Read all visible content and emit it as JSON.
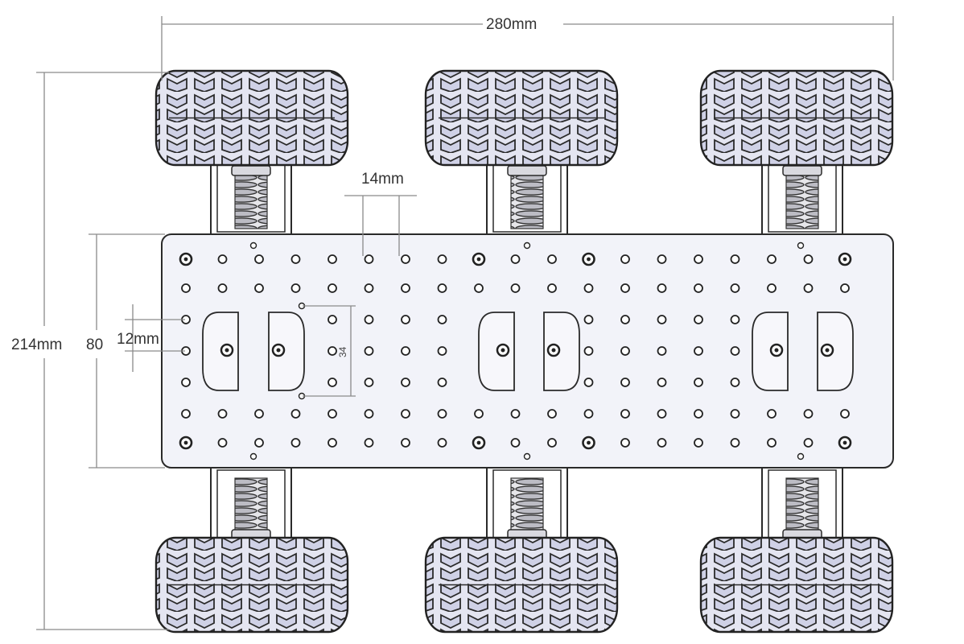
{
  "dimensions": {
    "overall_width": "280mm",
    "overall_length": "214mm",
    "plate_length": "80",
    "slot_gap": "12mm",
    "hole_pitch": "14mm",
    "slot_spacing": "34"
  },
  "colors": {
    "line": "#2a2a2a",
    "dim_line": "#8a8a8a",
    "plate_fill": "#f2f3f9",
    "tire_fill": "#e4e5f1",
    "tread_fill": "#cfd1e6",
    "spring_fill": "#bcbcc4"
  }
}
